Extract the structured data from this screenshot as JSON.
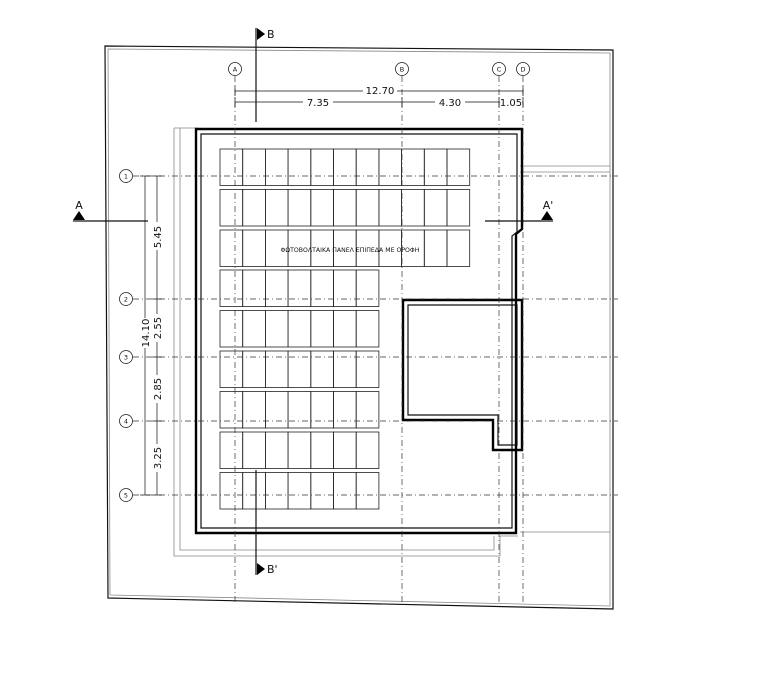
{
  "grid_cols": [
    {
      "label": "A"
    },
    {
      "label": "B"
    },
    {
      "label": "C"
    },
    {
      "label": "D"
    }
  ],
  "grid_rows": [
    {
      "label": "1"
    },
    {
      "label": "2"
    },
    {
      "label": "3"
    },
    {
      "label": "4"
    },
    {
      "label": "5"
    }
  ],
  "dims": {
    "total_horizontal": "12.70",
    "ab": "7.35",
    "bc": "4.30",
    "cd": "1.05",
    "total_vertical": "14.10",
    "r12": "5.45",
    "r23": "2.55",
    "r34": "2.85",
    "r45": "3.25"
  },
  "sections": {
    "a_left": "A",
    "a_right": "A'",
    "b_top": "B",
    "b_bottom": "B'"
  },
  "panel_label": "ΦΩΤΟΒΟΛΤΑΙΚΑ ΠΑΝΕΛ ΕΠΙΠΕΔΑ ΜΕ ΟΡΟΦΗ",
  "panels": {
    "cols_upper": 11,
    "rows_upper": 3,
    "cols_lower": 7,
    "rows_lower": 6
  }
}
